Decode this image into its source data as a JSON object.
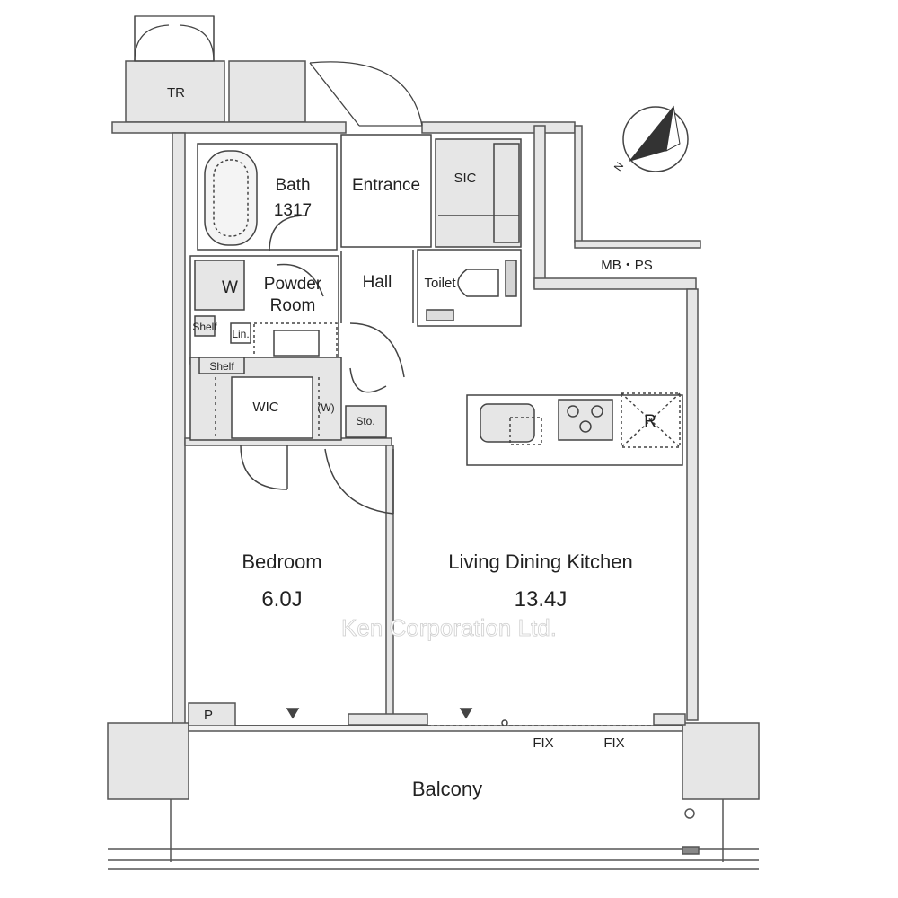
{
  "rooms": {
    "tr": "TR",
    "bath": "Bath",
    "bath_size": "1317",
    "entrance": "Entrance",
    "sic": "SIC",
    "mb_ps": "MB・PS",
    "powder_room_line1": "Powder",
    "powder_room_line2": "Room",
    "hall": "Hall",
    "toilet": "Toilet",
    "washer": "W",
    "shelf_small": "Shelf",
    "linen": "Lin.",
    "shelf": "Shelf",
    "wic": "WIC",
    "wic_w": "(W)",
    "storage": "Sto.",
    "fridge": "R",
    "bedroom": "Bedroom",
    "bedroom_area": "6.0J",
    "ldk": "Living Dining Kitchen",
    "ldk_area": "13.4J",
    "pipe_space": "P",
    "fix_left": "FIX",
    "fix_right": "FIX",
    "balcony": "Balcony"
  },
  "compass": {
    "label": "N"
  },
  "watermark": "Ken Corporation Ltd.",
  "colors": {
    "wall_fill": "#e6e6e6",
    "wall_stroke": "#555555",
    "line": "#444444"
  }
}
